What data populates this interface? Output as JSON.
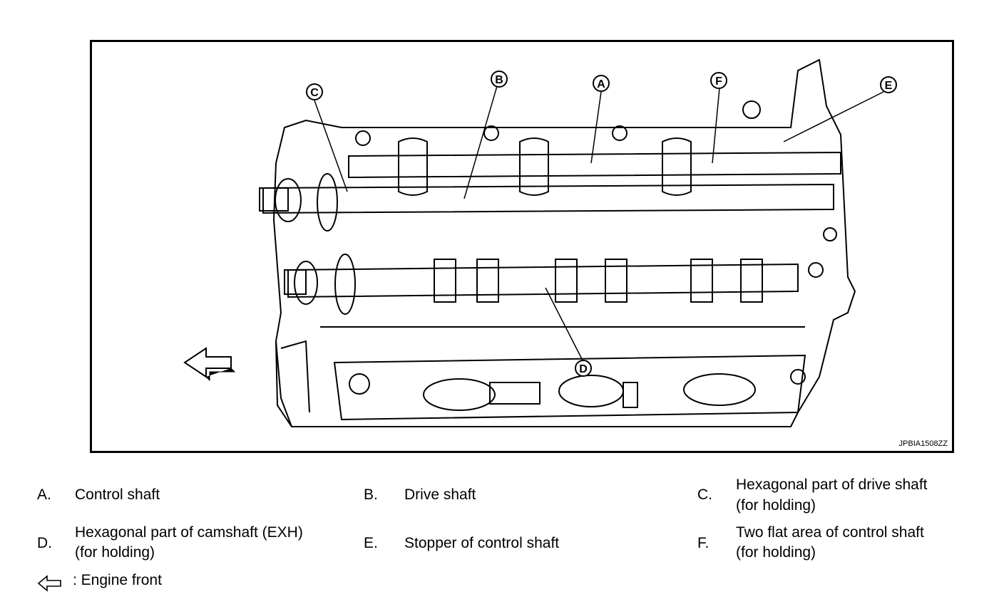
{
  "figure": {
    "code": "JPBIA1508ZZ",
    "callouts": [
      "A",
      "B",
      "C",
      "D",
      "E",
      "F"
    ]
  },
  "legend": [
    {
      "letter": "A.",
      "lines": [
        "Control shaft"
      ]
    },
    {
      "letter": "B.",
      "lines": [
        "Drive shaft"
      ]
    },
    {
      "letter": "C.",
      "lines": [
        "Hexagonal part of drive shaft",
        "(for holding)"
      ]
    },
    {
      "letter": "D.",
      "lines": [
        "Hexagonal part of camshaft (EXH)",
        "(for holding)"
      ]
    },
    {
      "letter": "E.",
      "lines": [
        "Stopper of control shaft"
      ]
    },
    {
      "letter": "F.",
      "lines": [
        "Two flat area of control shaft",
        "(for holding)"
      ]
    }
  ],
  "engine_front": ": Engine front"
}
